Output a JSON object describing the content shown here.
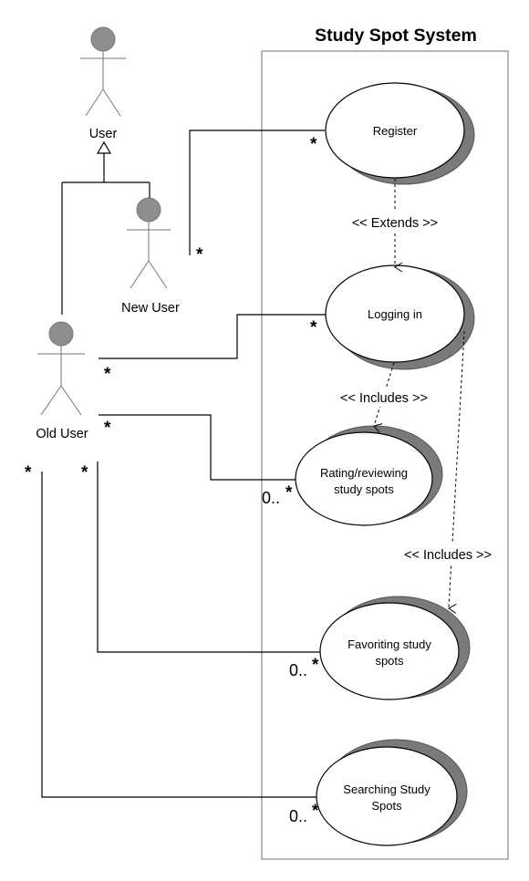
{
  "system": {
    "title": "Study Spot System"
  },
  "actors": {
    "user": "User",
    "new_user": "New User",
    "old_user": "Old User"
  },
  "use_cases": {
    "register": [
      "Register"
    ],
    "logging_in": [
      "Logging in"
    ],
    "rating": [
      "Rating/reviewing",
      "study spots"
    ],
    "favoriting": [
      "Favoriting study",
      "spots"
    ],
    "searching": [
      "Searching Study",
      "Spots"
    ]
  },
  "relationships": {
    "extends": "<< Extends >>",
    "includes_rating": "<< Includes >>",
    "includes_favoriting": "<< Includes >>"
  },
  "multiplicities": {
    "star": "*",
    "zero_many": "0.."
  },
  "colors": {
    "actor_head": "#8e8e8e",
    "ellipse_shadow": "#7a7a7a",
    "boundary": "#888888"
  }
}
